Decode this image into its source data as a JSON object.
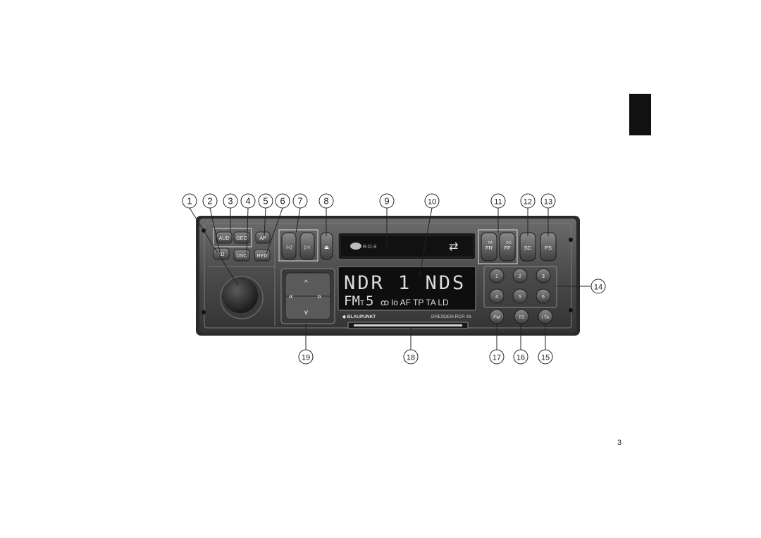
{
  "page": {
    "number": "3"
  },
  "callouts": {
    "top": [
      "1",
      "2",
      "3",
      "4",
      "5",
      "6",
      "7",
      "8",
      "9",
      "10",
      "11",
      "12",
      "13"
    ],
    "right": [
      "14"
    ],
    "bottom": [
      "19",
      "18",
      "17",
      "16",
      "15"
    ]
  },
  "radio": {
    "buttons": {
      "aud": "AUD",
      "geo": "GEO",
      "ap": "AP",
      "ld": "LD",
      "dsc": "DSC",
      "red": "RED",
      "seek_back": "I◁",
      "seek_fwd": "▷I",
      "eject": "⏏",
      "fr_top": "PA",
      "fr": "FR",
      "ff_top": "DO",
      "ff": "FF",
      "sc": "SC",
      "ps": "PS",
      "fm": "FM",
      "ts": "TS",
      "ta": "I TA",
      "presets": [
        "1",
        "2",
        "3",
        "4",
        "5",
        "6"
      ]
    },
    "cassette": {
      "rds_logo": "R·D·S",
      "direction": "⇄"
    },
    "display": {
      "line1": "NDR 1  NDS",
      "band": "FM",
      "band_sub": "T",
      "bank": "5",
      "indicators": "ꝏ lo AF TP TA LD"
    },
    "branding": {
      "brand": "◆ BLAUPUNKT",
      "model": "DRESDEN RCR 43"
    },
    "dpad": {
      "up": "^",
      "down": "v",
      "left": "«",
      "right": "»"
    }
  },
  "colors": {
    "faceplate": "#4a4a4a",
    "display": "#101010",
    "segment": "#dcdcdc",
    "button": "#5f5f5f"
  }
}
